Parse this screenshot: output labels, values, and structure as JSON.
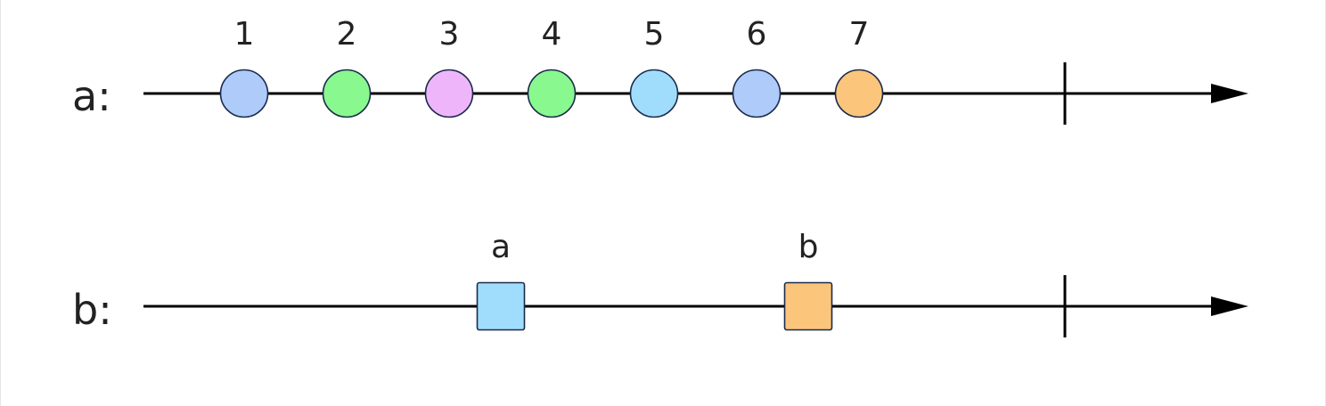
{
  "streams": [
    {
      "label": "a:",
      "items": [
        {
          "label": "1",
          "shape": "circle",
          "color": "#aecbfa"
        },
        {
          "label": "2",
          "shape": "circle",
          "color": "#88f88f"
        },
        {
          "label": "3",
          "shape": "circle",
          "color": "#efb5fb"
        },
        {
          "label": "4",
          "shape": "circle",
          "color": "#88f88f"
        },
        {
          "label": "5",
          "shape": "circle",
          "color": "#a0ddfc"
        },
        {
          "label": "6",
          "shape": "circle",
          "color": "#aecbfa"
        },
        {
          "label": "7",
          "shape": "circle",
          "color": "#fbc57b"
        }
      ]
    },
    {
      "label": "b:",
      "items": [
        {
          "label": "a",
          "shape": "square",
          "color": "#a0ddfc"
        },
        {
          "label": "b",
          "shape": "square",
          "color": "#fbc57b"
        }
      ]
    }
  ]
}
